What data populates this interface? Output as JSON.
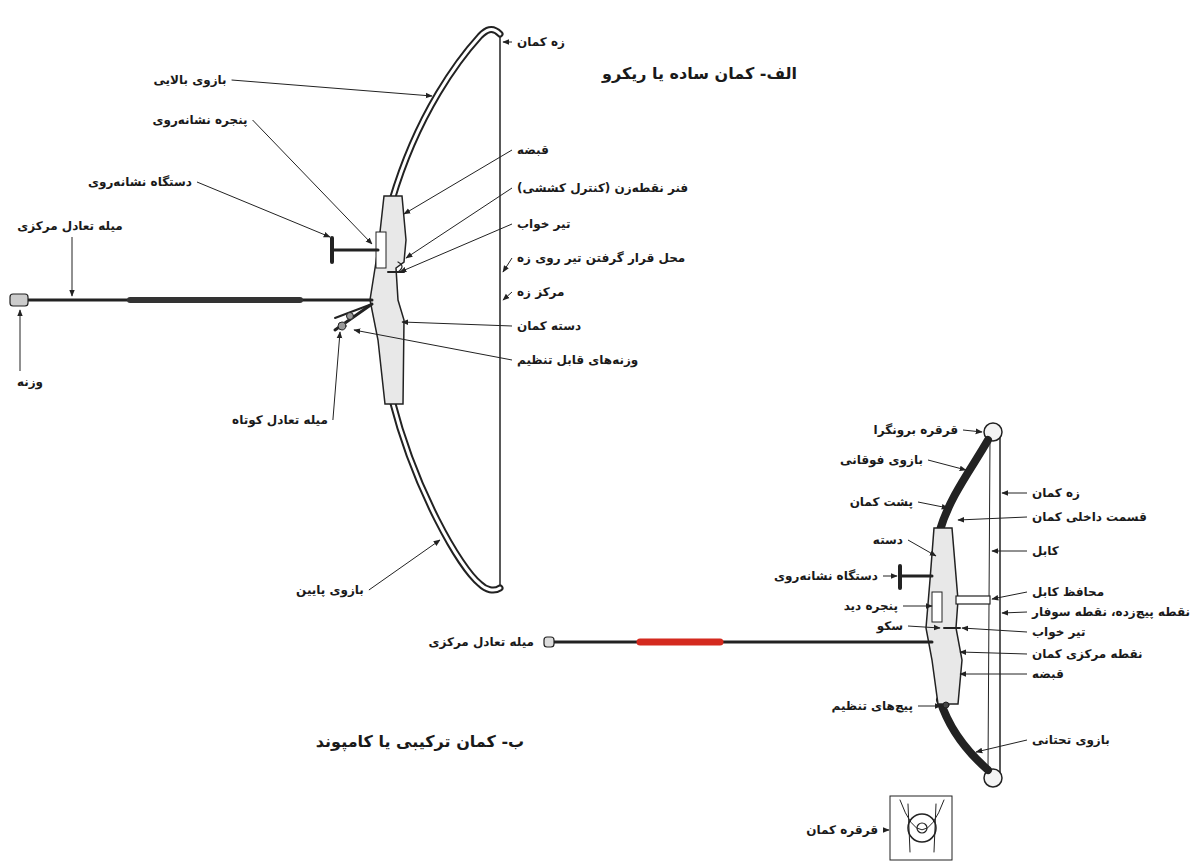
{
  "diagram": {
    "labels": [
      "بازوی بالایی",
      "زه کمان",
      "الف- کمان ساده یا ریکرو",
      "پنجره نشانه‌روی",
      "دستگاه نشانه‌روی",
      "میله تعادل مرکزی",
      "قبضه",
      "فنر نقطه‌زن (کنترل کششی)",
      "تیر خواب",
      "محل قرار گرفتن تیر روی زه",
      "مرکز زه",
      "دسته کمان",
      "وزنه‌های قابل تنظیم",
      "وزنه",
      "میله تعادل کوتاه",
      "بازوی پایین",
      "قرقره برونگرا",
      "بازوی فوقانی",
      "زه کمان",
      "پشت کمان",
      "قسمت داخلی کمان",
      "دسته",
      "کابل",
      "دستگاه نشانه‌روی",
      "محافظ کابل",
      "پنجره دید",
      "نقطه پیچ‌زده، نقطه سوفار",
      "تیر خواب",
      "سکو",
      "میله تعادل مرکزی",
      "نقطه مرکزی کمان",
      "قبضه",
      "پیچ‌های تنظیم",
      "ب- کمان ترکیبی یا کامپوند",
      "بازوی تحتانی",
      "قرقره کمان"
    ]
  }
}
